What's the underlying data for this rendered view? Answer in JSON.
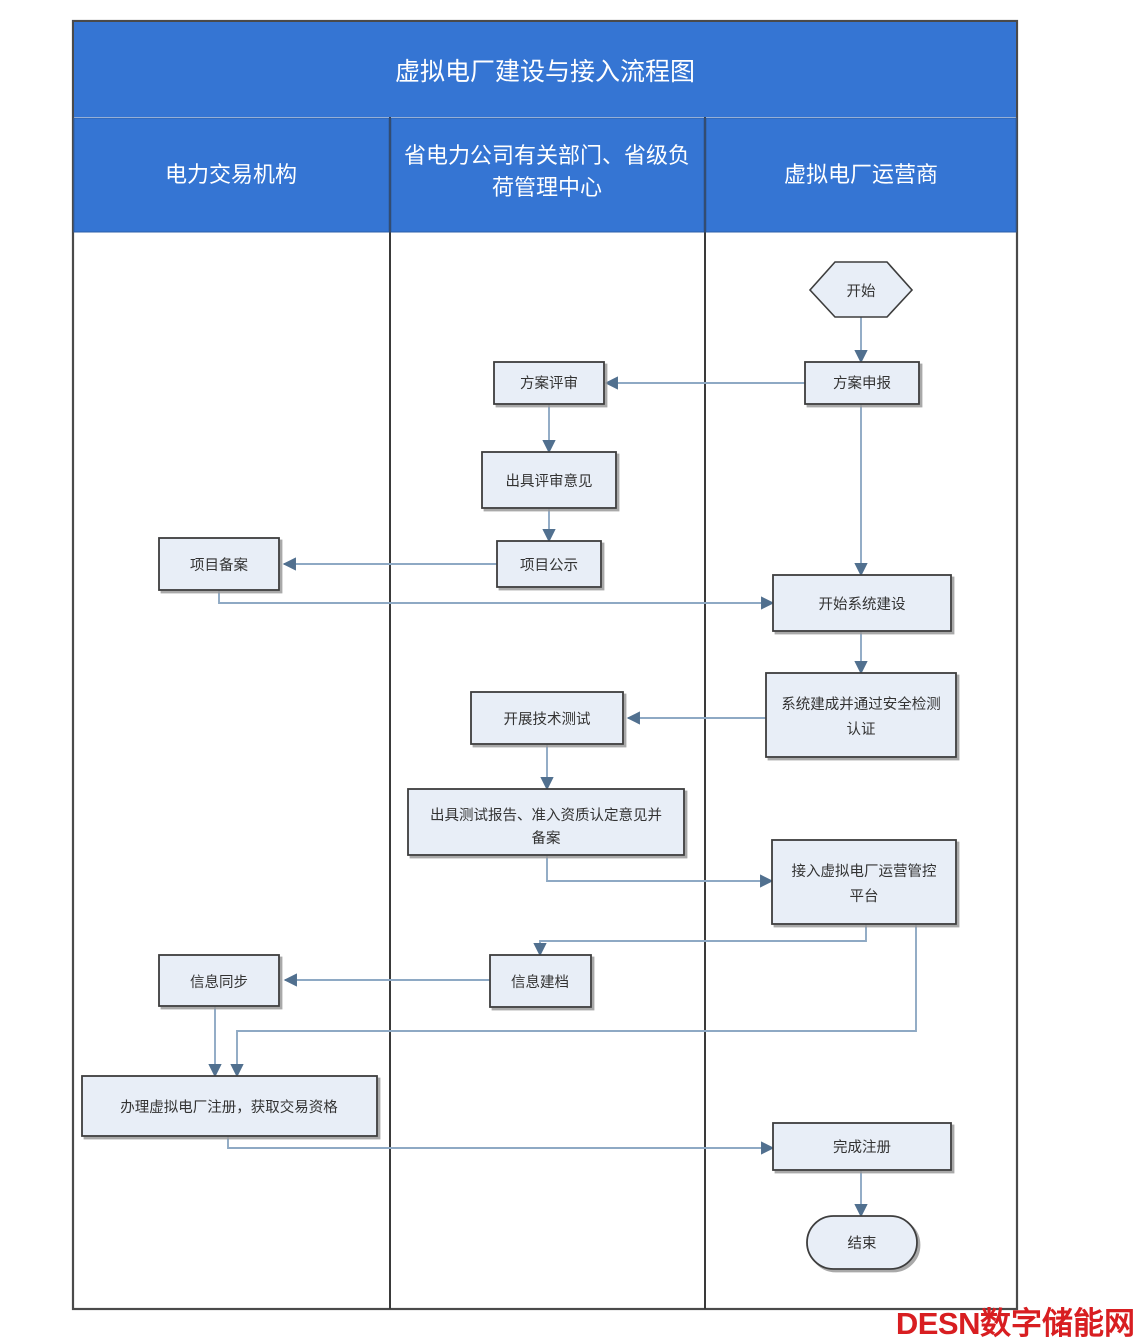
{
  "diagram": {
    "title": "虚拟电厂建设与接入流程图",
    "header_color": "#3575d3",
    "header_text_color": "#ffffff",
    "node_fill": "#e8eef7",
    "node_stroke": "#5a5a5a",
    "connector_color": "#8ea9c4",
    "frame_stroke": "#4a4a4a"
  },
  "lanes": [
    {
      "id": "lane-trading",
      "label": "电力交易机构"
    },
    {
      "id": "lane-provincial",
      "label": "省电力公司有关部门、省级负荷管理中心"
    },
    {
      "id": "lane-operator",
      "label": "虚拟电厂运营商"
    }
  ],
  "nodes": [
    {
      "id": "start",
      "lane": "lane-operator",
      "shape": "hexagon",
      "label": "开始"
    },
    {
      "id": "plan-submit",
      "lane": "lane-operator",
      "shape": "rect",
      "label": "方案申报"
    },
    {
      "id": "plan-review",
      "lane": "lane-provincial",
      "shape": "rect",
      "label": "方案评审"
    },
    {
      "id": "review-opinion",
      "lane": "lane-provincial",
      "shape": "rect",
      "label": "出具评审意见"
    },
    {
      "id": "project-publish",
      "lane": "lane-provincial",
      "shape": "rect",
      "label": "项目公示"
    },
    {
      "id": "project-filing",
      "lane": "lane-trading",
      "shape": "rect",
      "label": "项目备案"
    },
    {
      "id": "system-build",
      "lane": "lane-operator",
      "shape": "rect",
      "label": "开始系统建设"
    },
    {
      "id": "system-complete",
      "lane": "lane-operator",
      "shape": "rect",
      "label": "系统建成并通过安全检测认证"
    },
    {
      "id": "tech-test",
      "lane": "lane-provincial",
      "shape": "rect",
      "label": "开展技术测试"
    },
    {
      "id": "test-report",
      "lane": "lane-provincial",
      "shape": "rect",
      "label": "出具测试报告、准入资质认定意见并备案"
    },
    {
      "id": "platform-access",
      "lane": "lane-operator",
      "shape": "rect",
      "label": "接入虚拟电厂运营管控平台"
    },
    {
      "id": "info-archive",
      "lane": "lane-provincial",
      "shape": "rect",
      "label": "信息建档"
    },
    {
      "id": "info-sync",
      "lane": "lane-trading",
      "shape": "rect",
      "label": "信息同步"
    },
    {
      "id": "vpp-register",
      "lane": "lane-trading",
      "shape": "rect",
      "label": "办理虚拟电厂注册，获取交易资格"
    },
    {
      "id": "register-done",
      "lane": "lane-operator",
      "shape": "rect",
      "label": "完成注册"
    },
    {
      "id": "end",
      "lane": "lane-operator",
      "shape": "stadium",
      "label": "结束"
    }
  ],
  "edges": [
    {
      "from": "start",
      "to": "plan-submit"
    },
    {
      "from": "plan-submit",
      "to": "plan-review"
    },
    {
      "from": "plan-review",
      "to": "review-opinion"
    },
    {
      "from": "review-opinion",
      "to": "project-publish"
    },
    {
      "from": "project-publish",
      "to": "project-filing"
    },
    {
      "from": "plan-submit",
      "to": "system-build"
    },
    {
      "from": "project-filing",
      "to": "system-build"
    },
    {
      "from": "system-build",
      "to": "system-complete"
    },
    {
      "from": "system-complete",
      "to": "tech-test"
    },
    {
      "from": "tech-test",
      "to": "test-report"
    },
    {
      "from": "test-report",
      "to": "platform-access"
    },
    {
      "from": "platform-access",
      "to": "info-archive"
    },
    {
      "from": "info-archive",
      "to": "info-sync"
    },
    {
      "from": "info-sync",
      "to": "vpp-register"
    },
    {
      "from": "platform-access",
      "to": "vpp-register"
    },
    {
      "from": "vpp-register",
      "to": "register-done"
    },
    {
      "from": "register-done",
      "to": "end"
    }
  ],
  "watermark": {
    "brand": "DESN",
    "name": "数字储能网",
    "color": "#d81e21"
  }
}
